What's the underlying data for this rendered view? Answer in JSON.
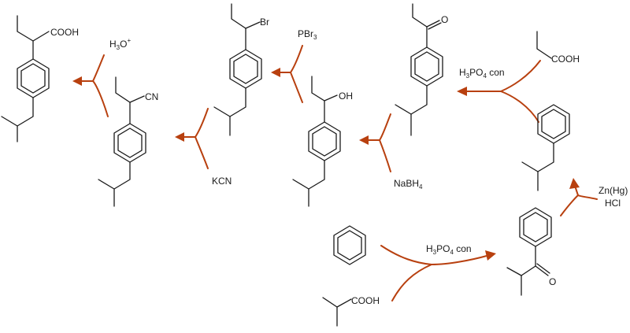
{
  "labels": {
    "cooh_ibuprofen": "COOH",
    "h3o_pre": "H",
    "h3o_sub": "3",
    "h3o_post": "O",
    "h3o_sup": "+",
    "cn": "CN",
    "kcn": "KCN",
    "br": "Br",
    "pbr_pre": "PBr",
    "pbr_sub": "3",
    "oh": "OH",
    "nabh_pre": "NaBH",
    "nabh_sub": "4",
    "ketone_o": "O",
    "h3po4_top_pre": "H",
    "h3po4_top_sub1": "3",
    "h3po4_top_mid": "PO",
    "h3po4_top_sub2": "4",
    "h3po4_top_post": " con",
    "cooh_propanoic": "COOH",
    "zn": "Zn(Hg)",
    "hcl": "HCl",
    "h3po4_bot_pre": "H",
    "h3po4_bot_sub1": "3",
    "h3po4_bot_mid": "PO",
    "h3po4_bot_sub2": "4",
    "h3po4_bot_post": " con",
    "cooh_isobutyric": "COOH",
    "ketone2_o": "O"
  },
  "colors": {
    "arrow": "#b8400f",
    "bond": "#1a1a1a"
  }
}
